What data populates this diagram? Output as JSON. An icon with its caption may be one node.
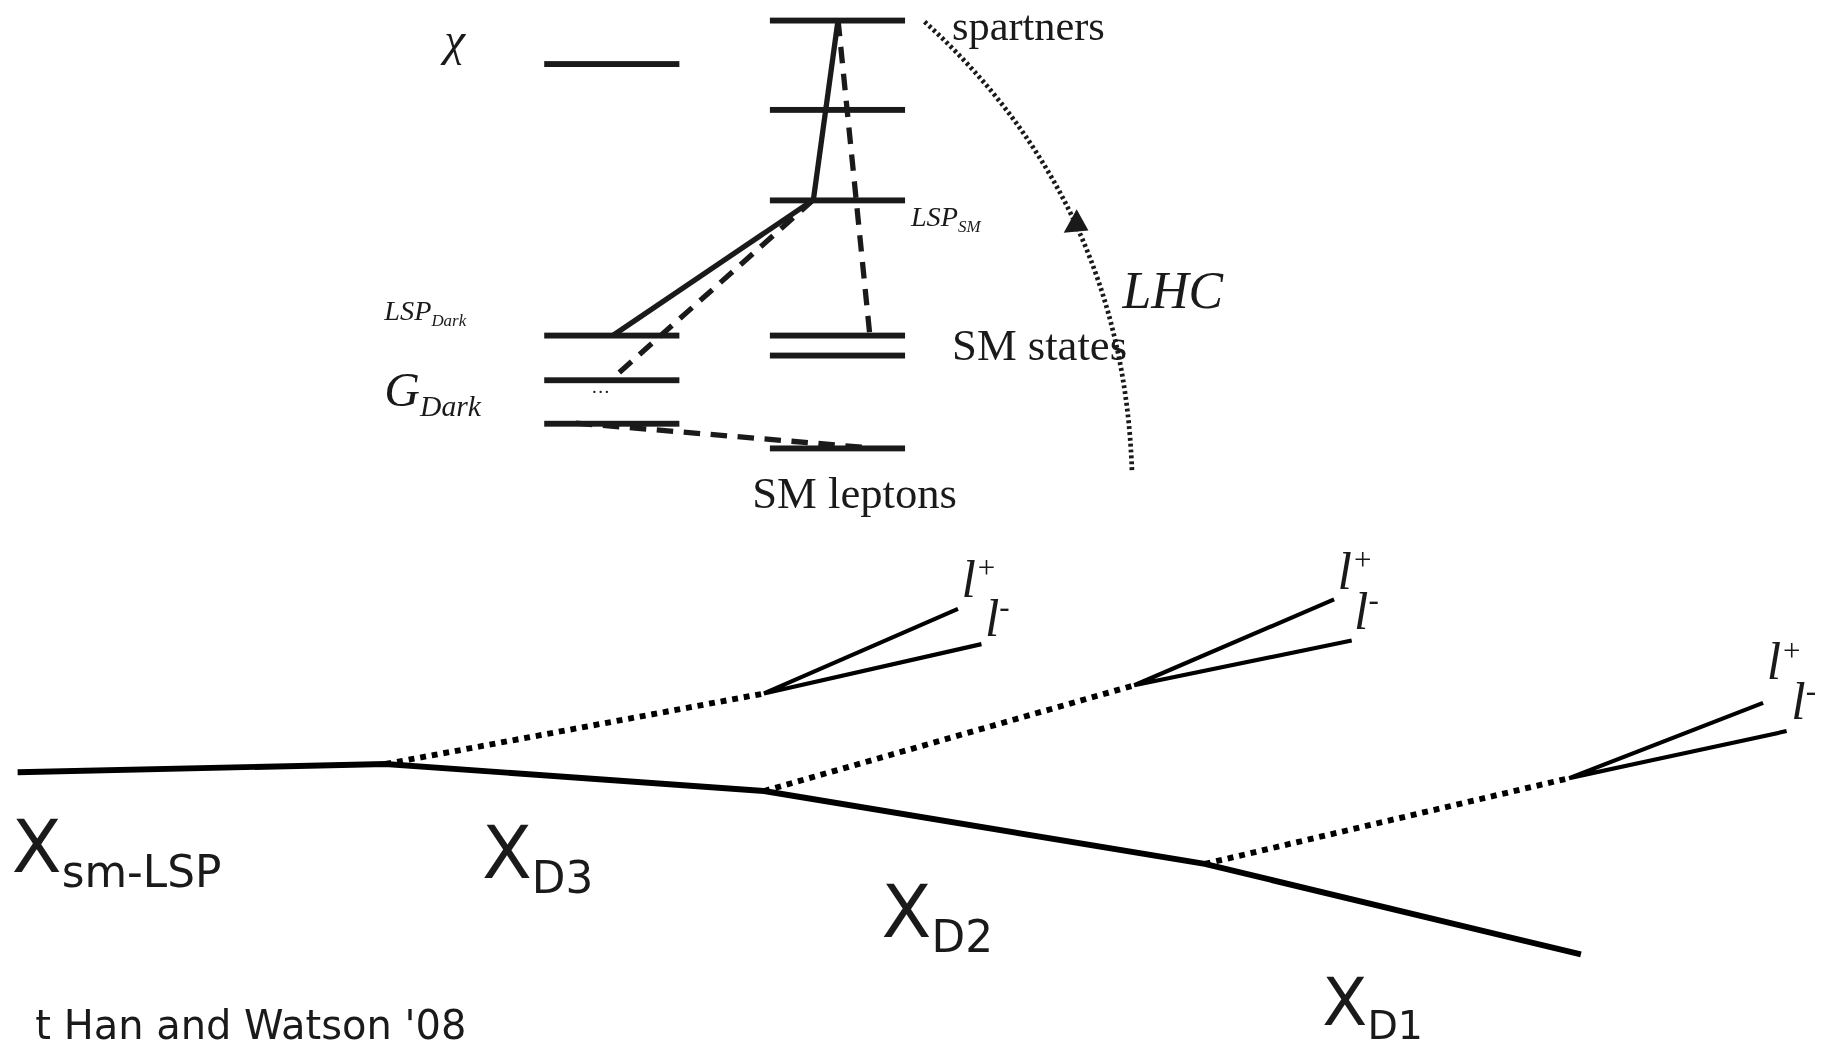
{
  "diagram": {
    "nodes": [
      {
        "text": [],
        "shape": "bar",
        "beside": [
          "spartners"
        ]
      },
      {
        "text": [],
        "shape": "bar",
        "beside": [
          "χ"
        ]
      },
      {
        "text": [],
        "shape": "bar"
      },
      {
        "text": [],
        "shape": "bar",
        "beside": [
          "LSP$_{SM}$"
        ]
      },
      {
        "text": [],
        "shape": "bar",
        "beside": [
          "LSP$_{Dark}$"
        ]
      },
      {
        "text": [],
        "shape": "bar",
        "beside": [
          "SM states"
        ]
      },
      {
        "text": [],
        "shape": "bar"
      },
      {
        "text": [],
        "shape": "bar",
        "beside": [
          "G$_{Dark}$"
        ]
      },
      {
        "text": [],
        "shape": "bar"
      },
      {
        "text": [],
        "shape": "bar",
        "beside": [
          "SM leptons"
        ]
      }
    ],
    "edges": [
      {
        "from": 0,
        "to": 3,
        "arrow": "none"
      },
      {
        "from": 3,
        "to": 4,
        "arrow": "none"
      },
      {
        "from": 0,
        "to": 5,
        "arrow": "none",
        "style": "dashed"
      },
      {
        "from": 3,
        "to": 7,
        "arrow": "none",
        "style": "dashed"
      },
      {
        "from": 8,
        "to": 9,
        "arrow": "none",
        "style": "dashed"
      }
    ],
    "labels": [
      "···",
      "LHC",
      "X$_{sm-LSP}$",
      "X$_{D3}$",
      "X$_{D2}$",
      "X$_{D1}$",
      "l$^{+}$",
      "l$^{-}$",
      "l$^{+}$",
      "l$^{-}$",
      "l$^{+}$",
      "l$^{-}$",
      "t Han and Watson '08"
    ]
  }
}
